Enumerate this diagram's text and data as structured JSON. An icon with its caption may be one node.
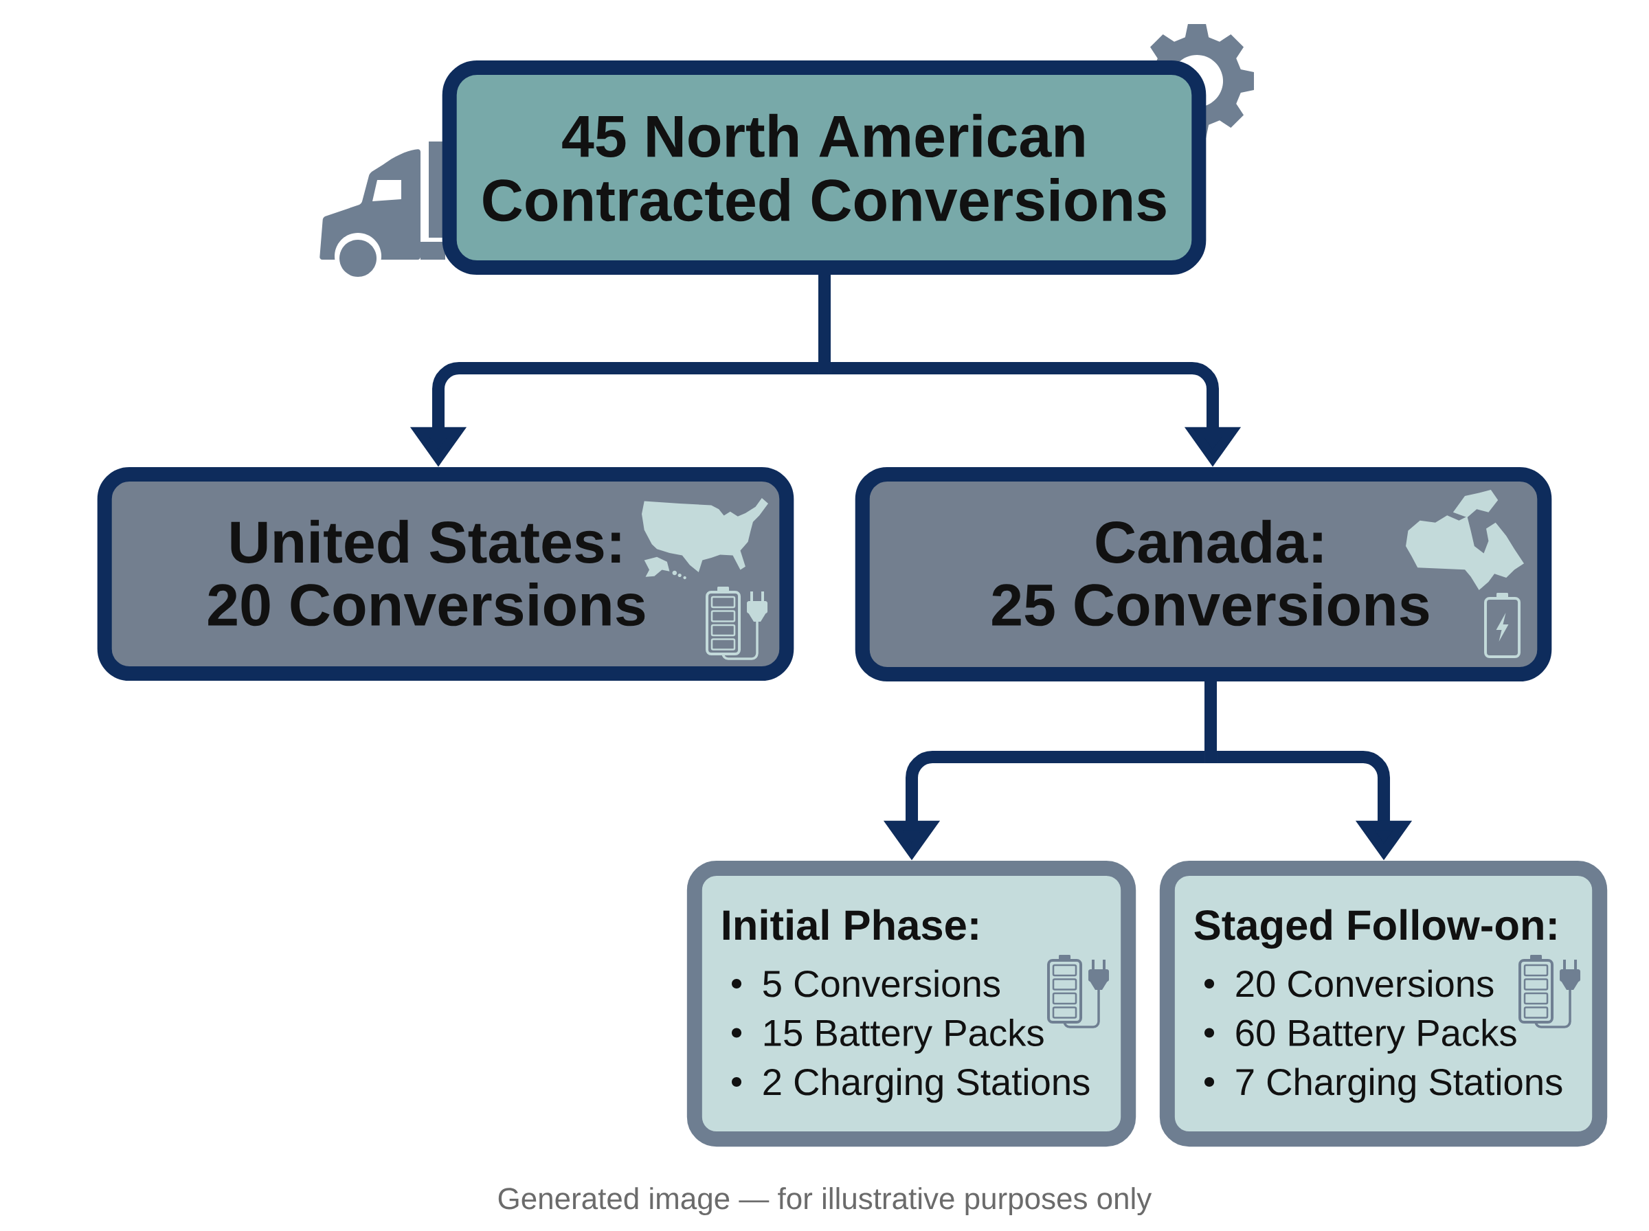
{
  "diagram": {
    "nodes": [
      {
        "text": [
          "45 North American Contracted Conversions"
        ]
      },
      {
        "text": [
          "United States: 20 Conversions"
        ]
      },
      {
        "text": [
          "Canada: 25 Conversions"
        ]
      },
      {
        "text": [
          "Initial Phase:",
          "5 Conversions",
          "15 Battery Packs",
          "2 Charging Stations"
        ]
      },
      {
        "text": [
          "Staged Follow-on:",
          "20 Conversions",
          "60 Battery Packs",
          "7 Charging Stations"
        ]
      }
    ],
    "edges": [
      {
        "from": 0,
        "to": 1,
        "arrow": "to"
      },
      {
        "from": 0,
        "to": 2,
        "arrow": "to"
      },
      {
        "from": 2,
        "to": 3,
        "arrow": "to"
      },
      {
        "from": 2,
        "to": 4,
        "arrow": "to"
      }
    ],
    "caption": "Generated image — for illustrative purposes only"
  }
}
